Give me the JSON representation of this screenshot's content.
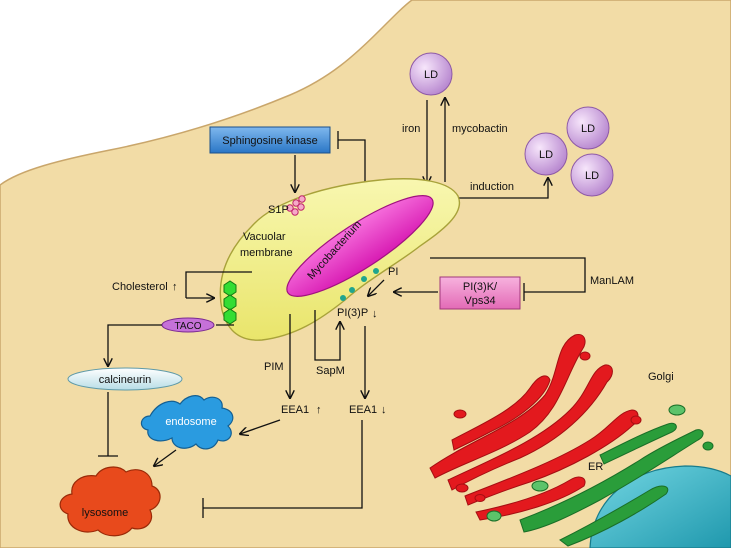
{
  "colors": {
    "cell": "#f2dca6",
    "cell_edge": "#c9a66b",
    "outside": "#ffffff",
    "vacuole": "#f2f08c",
    "mycobacterium": "#ee2fc9",
    "lipid_droplet": "#d9aee8",
    "golgi": "#e3191e",
    "er": "#2a9d3a",
    "nucleus": "#3cb8c9",
    "lysosome": "#e84a1c",
    "endosome": "#2a9be0",
    "sphingosine_box": "#3b8fd9",
    "pi3k_box": "#f08ac8"
  },
  "labels": {
    "ld_top": "LD",
    "ld_1": "LD",
    "ld_2": "LD",
    "ld_3": "LD",
    "iron": "iron",
    "mycobactin": "mycobactin",
    "induction": "induction",
    "sphingosine_kinase": "Sphingosine kinase",
    "s1p": "S1P",
    "vacuolar": "Vacuolar",
    "membrane": "membrane",
    "mycobacterium": "Mycobacterium",
    "pi": "PI",
    "pi3p": "PI(3)P",
    "manlam": "ManLAM",
    "pi3k_line1": "PI(3)K/",
    "pi3k_line2": "Vps34",
    "cholesterol": "Cholesterol",
    "taco": "TACO",
    "calcineurin": "calcineurin",
    "pim": "PIM",
    "sapm": "SapM",
    "eea1_left": "EEA1",
    "eea1_right": "EEA1",
    "endosome": "endosome",
    "lysosome": "lysosome",
    "golgi": "Golgi",
    "er": "ER"
  },
  "regulation": {
    "cholesterol": "↑",
    "pi3p": "↓",
    "eea1_left": "↑",
    "eea1_right": "↓"
  }
}
